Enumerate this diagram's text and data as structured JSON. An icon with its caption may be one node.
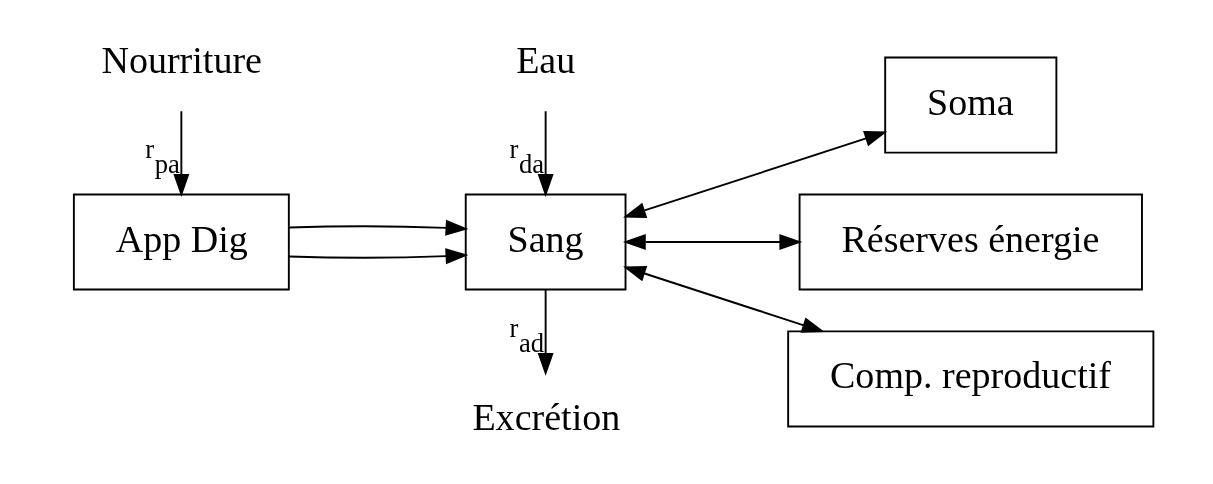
{
  "diagram": {
    "nodes": [
      {
        "text": [
          "Nourriture"
        ]
      },
      {
        "text": [
          "Eau"
        ]
      },
      {
        "text": [
          "App Dig"
        ]
      },
      {
        "text": [
          "Sang"
        ]
      },
      {
        "text": [
          "Soma"
        ]
      },
      {
        "text": [
          "Réserves énergie"
        ]
      },
      {
        "text": [
          "Comp. reproductif"
        ]
      },
      {
        "text": [
          "Excrétion"
        ]
      }
    ],
    "edges": [
      {
        "from": 0,
        "to": 2,
        "arrow": "to",
        "label": "r$_{pa}$"
      },
      {
        "from": 1,
        "to": 3,
        "arrow": "to",
        "label": "r$_{da}$"
      },
      {
        "from": 2,
        "to": 3,
        "arrow": "to"
      },
      {
        "from": 2,
        "to": 3,
        "arrow": "to"
      },
      {
        "from": 3,
        "to": 4,
        "arrow": "both"
      },
      {
        "from": 3,
        "to": 5,
        "arrow": "both"
      },
      {
        "from": 3,
        "to": 6,
        "arrow": "both"
      },
      {
        "from": 3,
        "to": 7,
        "arrow": "to",
        "label": "r$_{ad}$"
      }
    ]
  }
}
